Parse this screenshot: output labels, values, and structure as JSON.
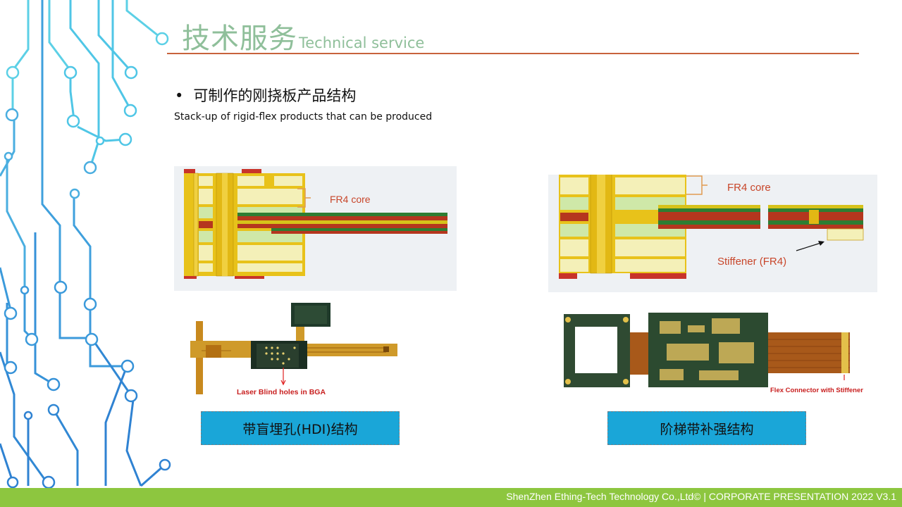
{
  "header": {
    "title_cn": "技术服务",
    "title_en": "Technical service"
  },
  "content": {
    "bullet": "可制作的刚挠板产品结构",
    "subtitle": "Stack-up of rigid-flex products that can be produced"
  },
  "diagrams": {
    "left": {
      "label_fr4": "FR4 core"
    },
    "right": {
      "label_fr4": "FR4 core",
      "label_stiffener": "Stiffener (FR4)"
    }
  },
  "photos": {
    "left": {
      "annotation": "Laser Blind holes in BGA"
    },
    "right": {
      "annotation": "Flex Connector with Stiffener"
    }
  },
  "captions": {
    "left": "带盲埋孔(HDI)结构",
    "right": "阶梯带补强结构"
  },
  "footer": {
    "company": "ShenZhen Ething-Tech Technology Co.,Ltd©",
    "separator": "|",
    "presentation": "CORPORATE PRESENTATION  2022 V3.1"
  },
  "colors": {
    "accent_rule": "#c8623c",
    "title": "#8fbf9a",
    "caption_box": "#1aa6d8",
    "footer_bar": "#8dc63f"
  }
}
